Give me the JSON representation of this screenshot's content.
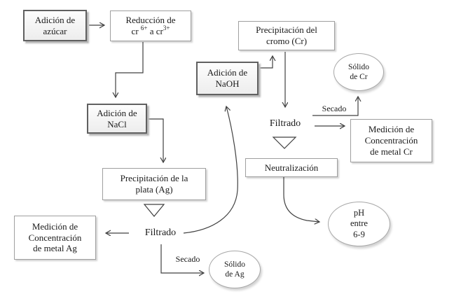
{
  "diagram": {
    "nodes": {
      "adicion_azucar": {
        "line1": "Adición de",
        "line2": "azúcar"
      },
      "reduccion": {
        "line1": "Reducción de",
        "cr_pre": "cr ",
        "cr_sup1": "6+",
        "cr_mid": " a cr",
        "cr_sup2": "3+"
      },
      "adicion_nacl": {
        "line1": "Adición de",
        "line2": "NaCl"
      },
      "adicion_naoh": {
        "line1": "Adición de",
        "line2": "NaOH"
      },
      "precipitacion_cromo": {
        "line1": "Precipitación del",
        "line2": "cromo (Cr)"
      },
      "precipitacion_plata": {
        "line1": "Precipitación de la",
        "line2": "plata (Ag)"
      },
      "filtrado_cr": "Filtrado",
      "filtrado_ag": "Filtrado",
      "neutralizacion": "Neutralización",
      "medicion_cr": {
        "line1": "Medición de",
        "line2": "Concentración",
        "line3": "de metal Cr"
      },
      "medicion_ag": {
        "line1": "Medición de",
        "line2": "Concentración",
        "line3": "de metal Ag"
      },
      "solido_cr": {
        "line1": "Sólido",
        "line2": "de Cr"
      },
      "solido_ag": {
        "line1": "Sólido",
        "line2": "de Ag"
      },
      "ph": {
        "line1": "pH",
        "line2": "entre",
        "line3": "6-9"
      }
    },
    "labels": {
      "secado_cr": "Secado",
      "secado_ag": "Secado"
    },
    "colors": {
      "line": "#404040",
      "box_border": "#9f9f9f",
      "button_border": "#606060",
      "text": "#1a1a1a"
    }
  }
}
